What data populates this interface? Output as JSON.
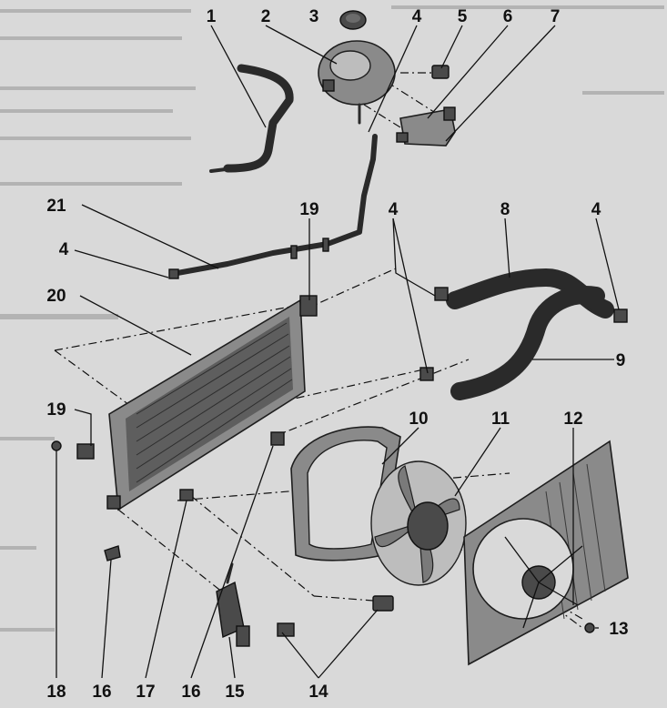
{
  "diagram": {
    "callouts": [
      {
        "id": "c1",
        "text": "1"
      },
      {
        "id": "c2",
        "text": "2"
      },
      {
        "id": "c3",
        "text": "3"
      },
      {
        "id": "c4a",
        "text": "4"
      },
      {
        "id": "c5",
        "text": "5"
      },
      {
        "id": "c6",
        "text": "6"
      },
      {
        "id": "c7",
        "text": "7"
      },
      {
        "id": "c19a",
        "text": "19"
      },
      {
        "id": "c21",
        "text": "21"
      },
      {
        "id": "c4b",
        "text": "4"
      },
      {
        "id": "c4c",
        "text": "4"
      },
      {
        "id": "c8",
        "text": "8"
      },
      {
        "id": "c4d",
        "text": "4"
      },
      {
        "id": "c20",
        "text": "20"
      },
      {
        "id": "c9",
        "text": "9"
      },
      {
        "id": "c19b",
        "text": "19"
      },
      {
        "id": "c10",
        "text": "10"
      },
      {
        "id": "c11",
        "text": "11"
      },
      {
        "id": "c12",
        "text": "12"
      },
      {
        "id": "c13",
        "text": "13"
      },
      {
        "id": "c18",
        "text": "18"
      },
      {
        "id": "c16a",
        "text": "16"
      },
      {
        "id": "c17",
        "text": "17"
      },
      {
        "id": "c16b",
        "text": "16"
      },
      {
        "id": "c15",
        "text": "15"
      },
      {
        "id": "c14",
        "text": "14"
      }
    ]
  }
}
